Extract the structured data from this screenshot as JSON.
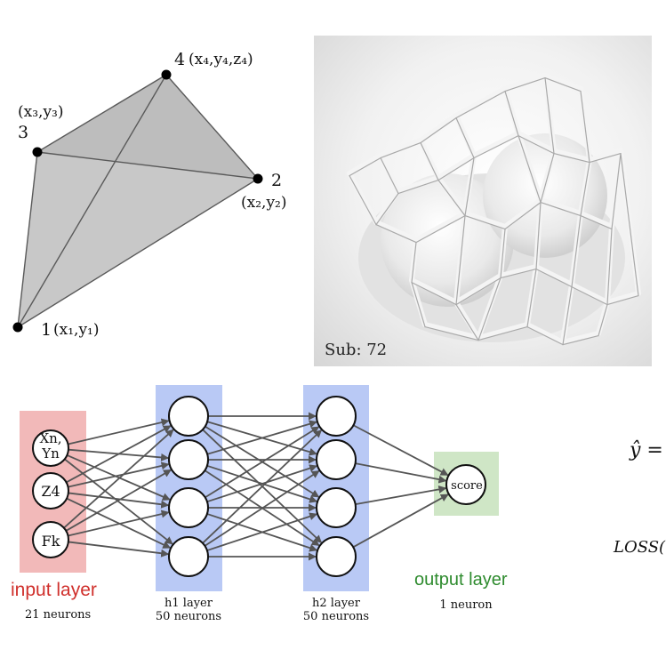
{
  "tetrahedron": {
    "points": [
      {
        "id": "1",
        "coord_label": "(x₁,y₁)"
      },
      {
        "id": "2",
        "coord_label": "(x₂,y₂)"
      },
      {
        "id": "3",
        "coord_label": "(x₃,y₃)"
      },
      {
        "id": "4",
        "coord_label": "(x₄,y₄,z₄)"
      }
    ],
    "face_color": "#c8c8c8",
    "edge_color": "#5a5a5a",
    "point_color": "#000000"
  },
  "render": {
    "caption": "Sub: 72"
  },
  "network": {
    "input_layer": {
      "title": "input layer",
      "subtitle": "21 neurons",
      "color": "#f2b9b9",
      "title_color": "#d0312d",
      "nodes": [
        "Xn,\nYn",
        "Z4",
        "Fk"
      ]
    },
    "h1_layer": {
      "title": "h1 layer",
      "subtitle": "50 neurons",
      "color": "#b9c9f5",
      "node_count": 4
    },
    "h2_layer": {
      "title": "h2 layer",
      "subtitle": "50 neurons",
      "color": "#b9c9f5",
      "node_count": 4
    },
    "output_layer": {
      "title": "output layer",
      "subtitle": "1 neuron",
      "color": "#cfe6c6",
      "title_color": "#2e8b2e",
      "node": "score"
    },
    "arrow_color": "#555555"
  },
  "equations": {
    "yhat": "ŷ =",
    "loss": "LOSS("
  }
}
